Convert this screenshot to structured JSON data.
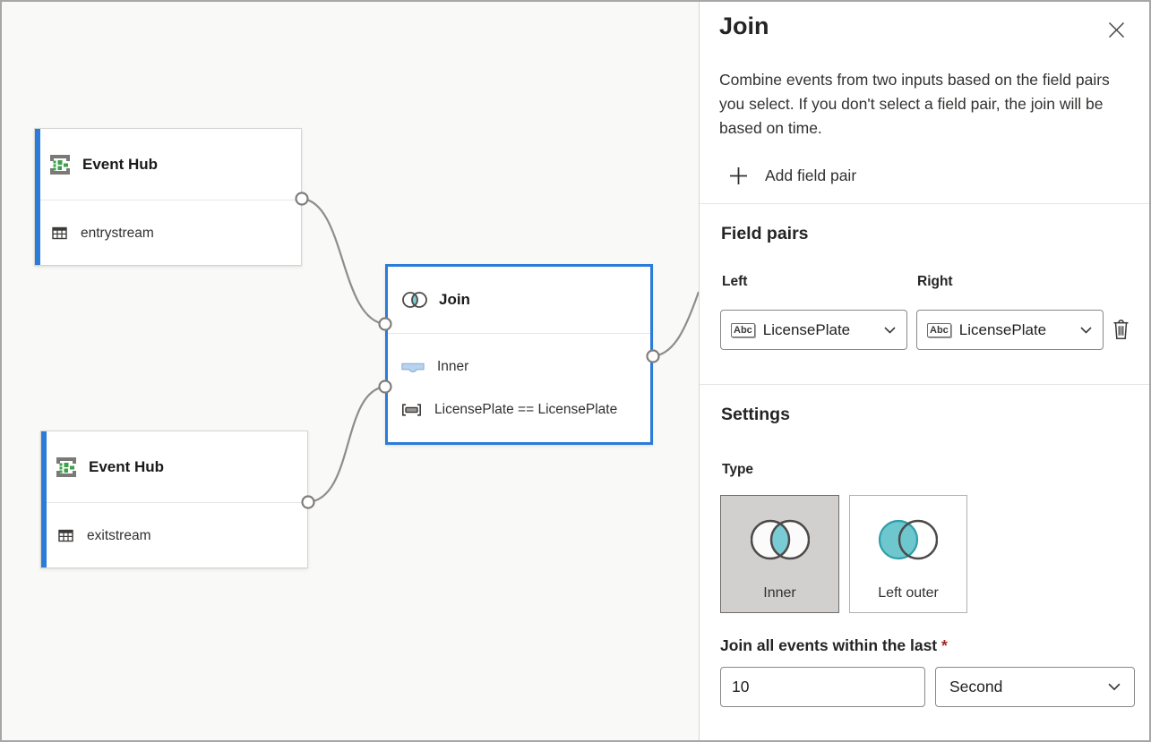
{
  "colors": {
    "accent_blue": "#2b7cd9",
    "teal_fill": "#79ccd4",
    "teal_stroke": "#2f9ea8",
    "connector_gray": "#8f8d8b",
    "port_stroke": "#807e7c",
    "required_red": "#a4262c",
    "selected_card_bg": "#d2d0ce",
    "canvas_bg": "#f9f9f8",
    "green_icon": "#3da04a"
  },
  "canvas": {
    "event_hub_top": {
      "title": "Event Hub",
      "stream": "entrystream"
    },
    "event_hub_bottom": {
      "title": "Event Hub",
      "stream": "exitstream"
    },
    "join_node": {
      "title": "Join",
      "join_type": "Inner",
      "condition": "LicensePlate == LicensePlate"
    }
  },
  "panel": {
    "title": "Join",
    "description": "Combine events from two inputs based on the field pairs you select. If you don't select a field pair, the join will be based on time.",
    "add_field_pair_label": "Add field pair",
    "field_pairs": {
      "heading": "Field pairs",
      "left_label": "Left",
      "right_label": "Right",
      "left_value": "LicensePlate",
      "right_value": "LicensePlate",
      "type_badge": "Abc"
    },
    "settings": {
      "heading": "Settings",
      "type_label": "Type",
      "type_options": [
        {
          "label": "Inner",
          "selected": true
        },
        {
          "label": "Left outer",
          "selected": false
        }
      ],
      "window_label": "Join all events within the last",
      "required_marker": "*",
      "window_value": "10",
      "window_unit": "Second"
    }
  }
}
